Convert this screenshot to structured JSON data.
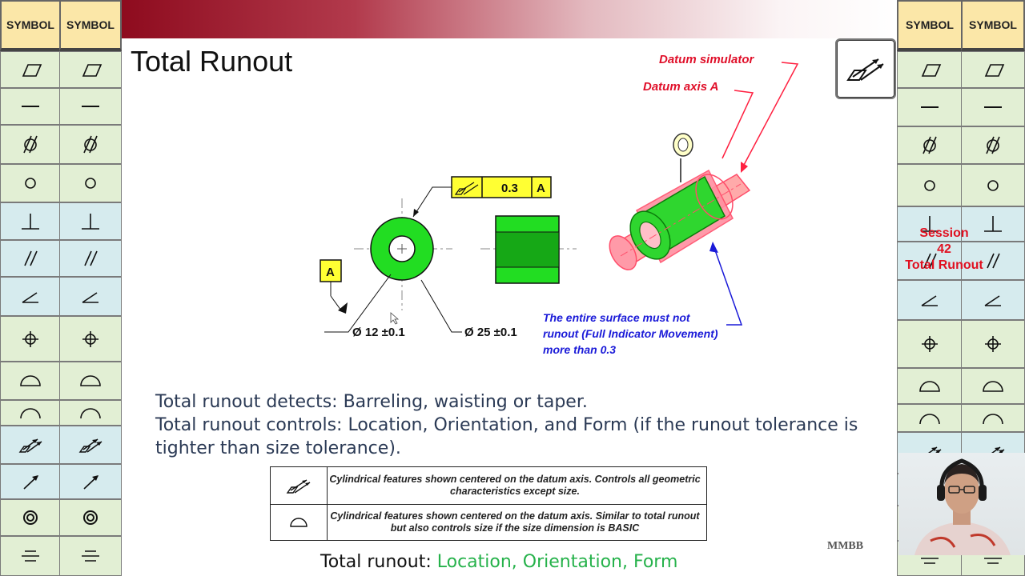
{
  "slide": {
    "title": "Total Runout",
    "body_lines": [
      "Total runout detects: Barreling, waisting or taper.",
      "Total runout controls: Location, Orientation, and Form (if the runout tolerance is tighter than size tolerance)."
    ],
    "summary_label": "Total runout:",
    "summary_value": "Location, Orientation, Form",
    "logo": "MMBB"
  },
  "sidebar": {
    "header": "SYMBOL",
    "symbols": [
      {
        "name": "flatness",
        "group": "form"
      },
      {
        "name": "straightness",
        "group": "form"
      },
      {
        "name": "cylindricity",
        "group": "form"
      },
      {
        "name": "circularity",
        "group": "form"
      },
      {
        "name": "perpendicularity",
        "group": "orient"
      },
      {
        "name": "parallelism",
        "group": "orient"
      },
      {
        "name": "angularity",
        "group": "orient"
      },
      {
        "name": "position",
        "group": "loc"
      },
      {
        "name": "profile-surface",
        "group": "loc"
      },
      {
        "name": "profile-line",
        "group": "loc"
      },
      {
        "name": "total-runout",
        "group": "run"
      },
      {
        "name": "circular-runout",
        "group": "run"
      },
      {
        "name": "concentricity",
        "group": "other"
      },
      {
        "name": "symmetry",
        "group": "other"
      }
    ]
  },
  "diagram": {
    "datum_simulator": "Datum simulator",
    "datum_axis": "Datum axis A",
    "fcf_tolerance": "0.3",
    "fcf_datum": "A",
    "datum_label": "A",
    "dim_inner": "Ø 12 ±0.1",
    "dim_outer": "Ø 25 ±0.1",
    "note_lines": [
      "The entire surface must not",
      "runout (Full Indicator Movement)",
      "more than 0.3"
    ]
  },
  "table": {
    "rows": [
      {
        "symbol": "total-runout",
        "text": "Cylindrical features shown centered on the datum axis.  Controls all geometric characteristics except size."
      },
      {
        "symbol": "profile-surface",
        "text": "Cylindrical features shown centered on the datum axis.  Similar to total runout but also controls size if the size dimension is BASIC"
      }
    ]
  },
  "overlay": {
    "session_lines": [
      "Session",
      "42",
      "Total Runout"
    ]
  },
  "colors": {
    "accent_red": "#8e0b1e",
    "green": "#26b24b",
    "part_green": "#22dd22",
    "fcf_yellow": "#ffff33",
    "note_blue": "#1a1ad8",
    "label_red": "#e0102a"
  }
}
